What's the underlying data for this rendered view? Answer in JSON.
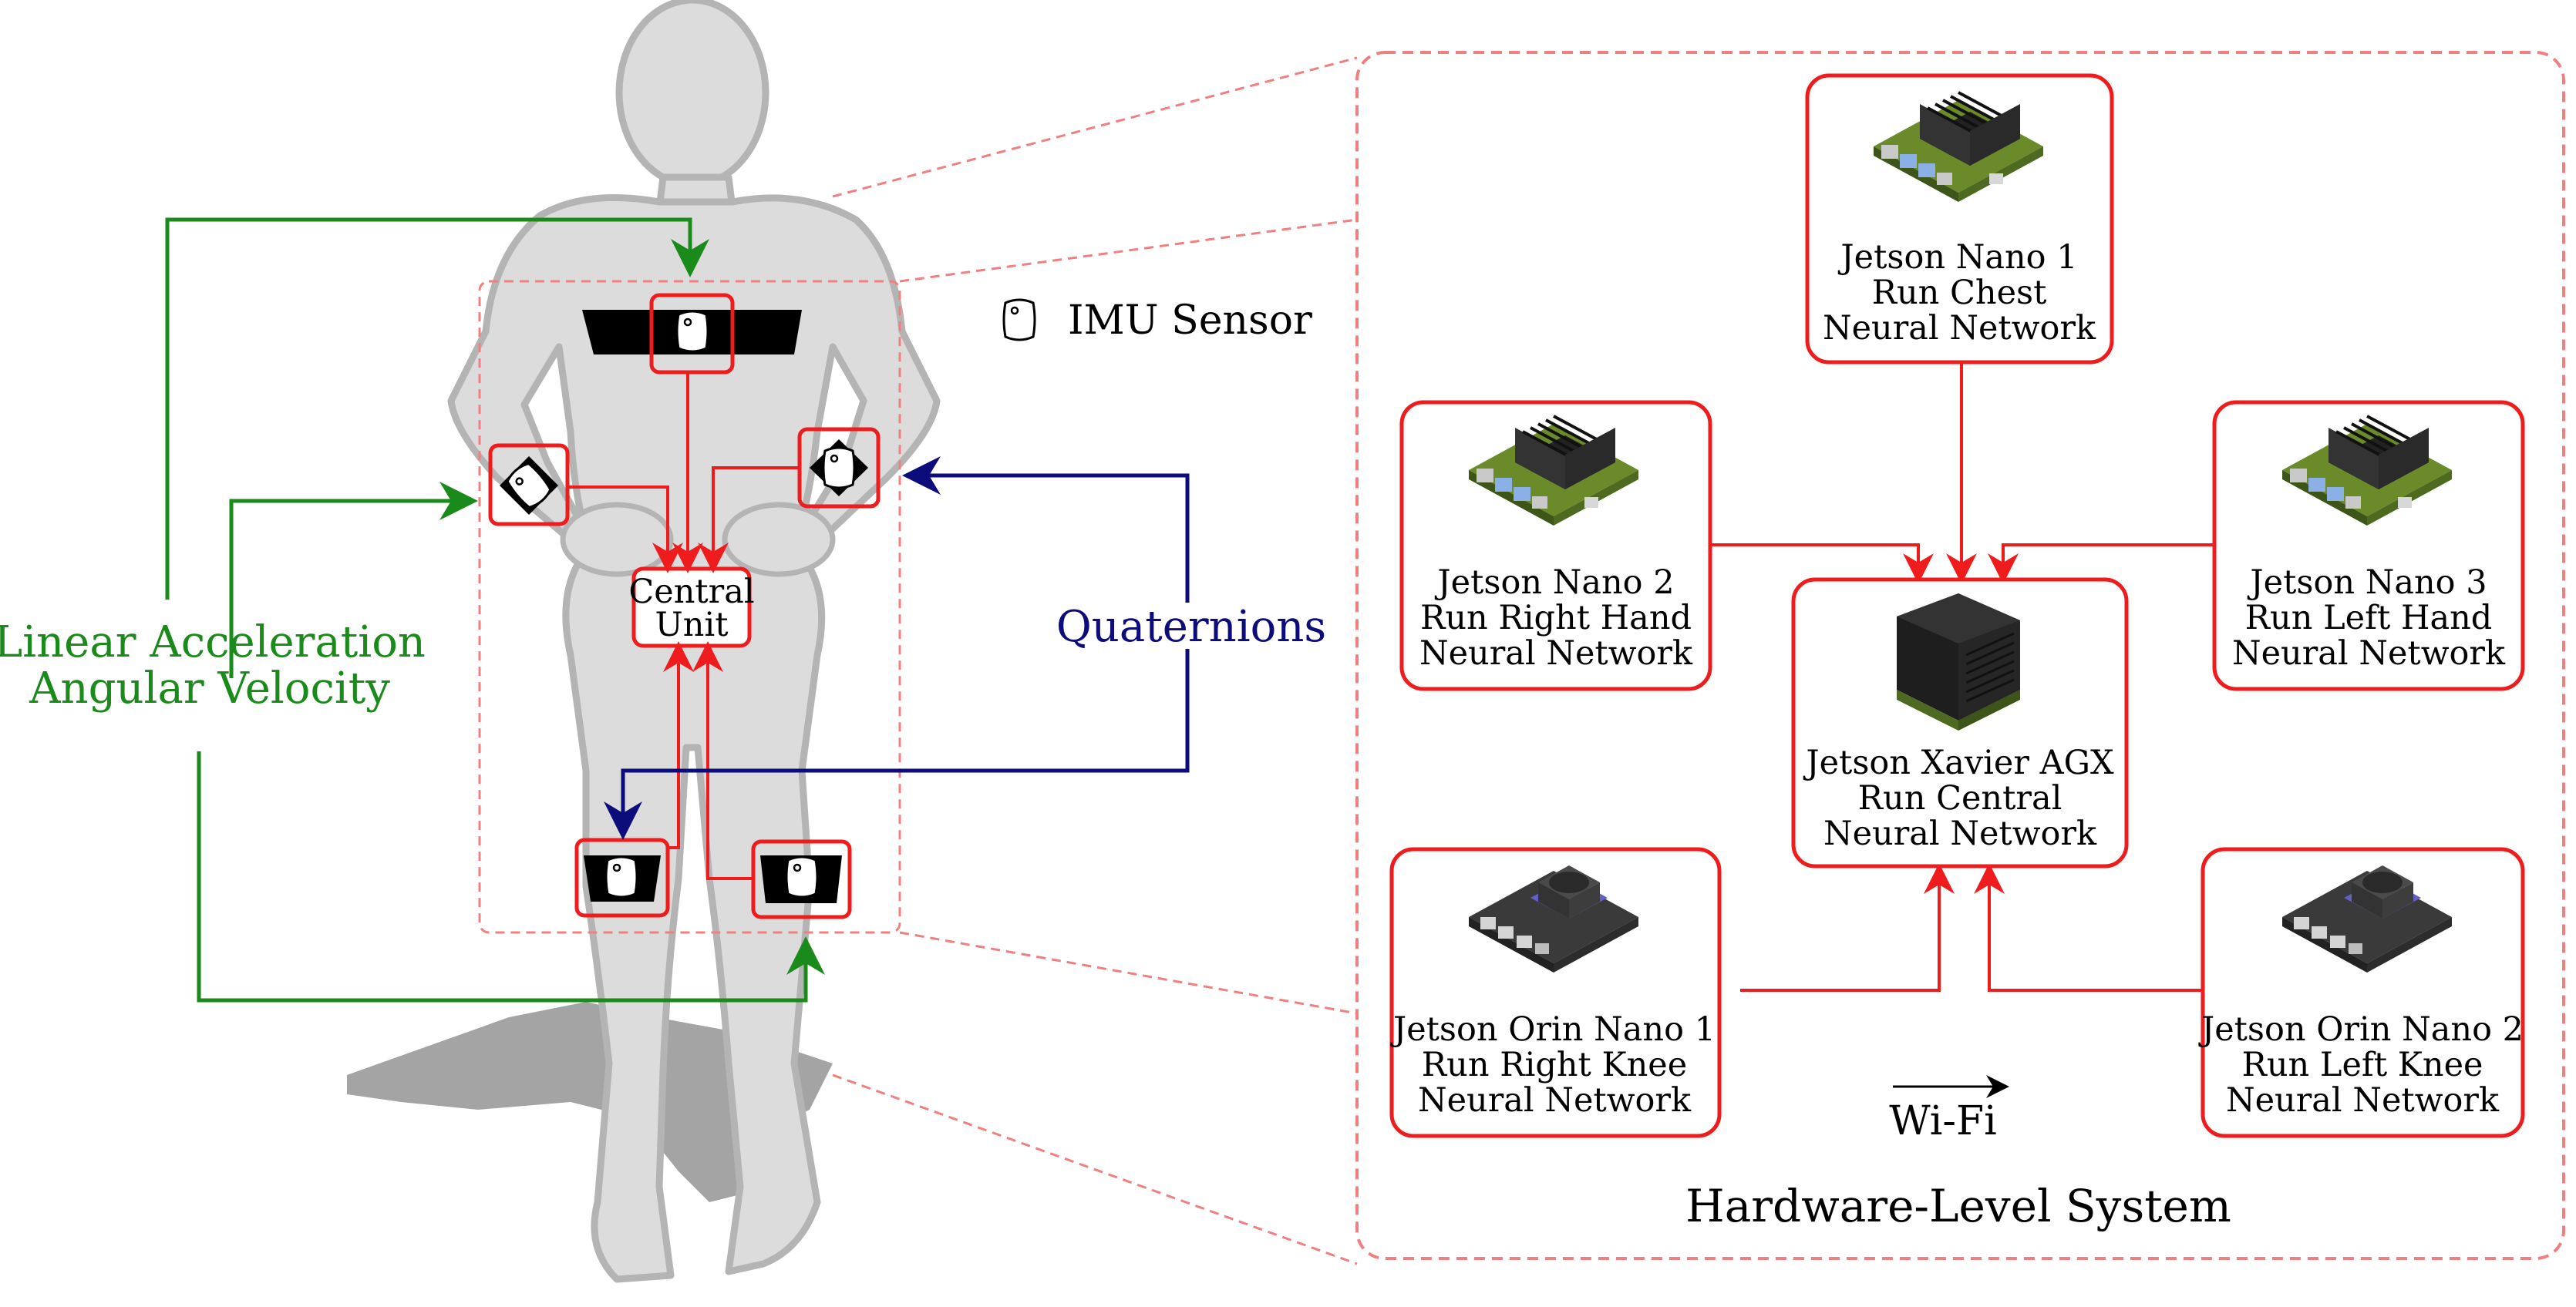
{
  "labels": {
    "imu_sensor": "IMU Sensor",
    "central_unit_line1": "Central",
    "central_unit_line2": "Unit",
    "linear_acceleration": "Linear Acceleration",
    "angular_velocity": "Angular Velocity",
    "quaternions": "Quaternions",
    "wifi": "Wi-Fi",
    "hardware_title": "Hardware-Level System"
  },
  "nodes": {
    "nano1": [
      "Jetson Nano 1",
      "Run Chest",
      "Neural Network"
    ],
    "nano2": [
      "Jetson Nano 2",
      "Run Right Hand",
      "Neural Network"
    ],
    "nano3": [
      "Jetson Nano 3",
      "Run Left Hand",
      "Neural Network"
    ],
    "xavier": [
      "Jetson Xavier AGX",
      "Run Central",
      "Neural Network"
    ],
    "orin1": [
      "Jetson Orin Nano 1",
      "Run Right Knee",
      "Neural Network"
    ],
    "orin2": [
      "Jetson Orin Nano 2",
      "Run Left Knee",
      "Neural Network"
    ]
  },
  "colors": {
    "red": "#ee1c1c",
    "green": "#1a8a1a",
    "blue": "#0c0c7a",
    "dashed": "#f08080",
    "body": "#dcdcdc",
    "body_outline": "#b4b4b4",
    "shadow": "#9a9a9a"
  },
  "icons": {
    "imu": "imu-sensor-icon",
    "nano": "jetson-nano-board-icon",
    "xavier": "jetson-xavier-module-icon",
    "orin": "jetson-orin-nano-board-icon"
  }
}
